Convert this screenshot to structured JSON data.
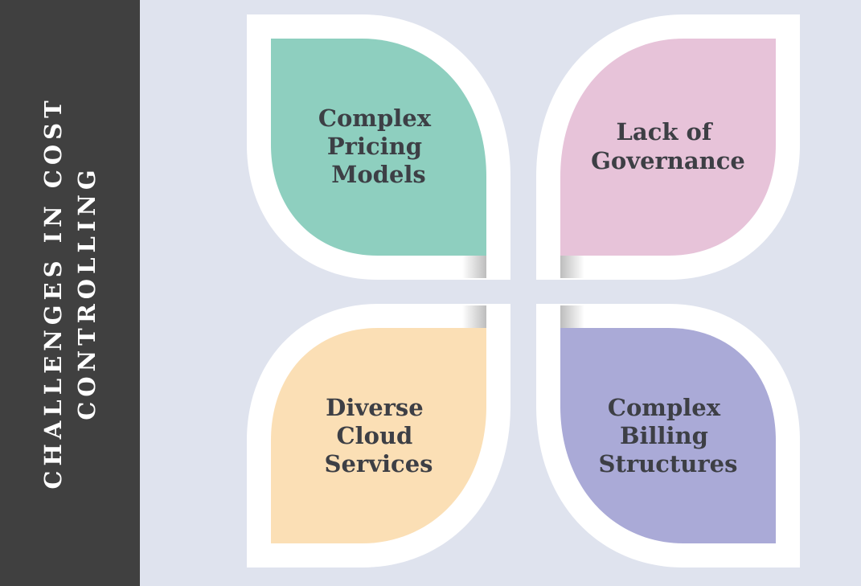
{
  "sidebar": {
    "title_line1": "CHALLENGES IN COST",
    "title_line2": "CONTROLLING"
  },
  "petals": [
    {
      "id": "top-left",
      "lines": [
        "Complex",
        "Pricing",
        "Models"
      ],
      "color": "#8ecfbf"
    },
    {
      "id": "top-right",
      "lines": [
        "Lack of",
        "Governance"
      ],
      "color": "#e7c3d9"
    },
    {
      "id": "bottom-left",
      "lines": [
        "Diverse",
        "Cloud",
        "Services"
      ],
      "color": "#fbdfb5"
    },
    {
      "id": "bottom-right",
      "lines": [
        "Complex",
        "Billing",
        "Structures"
      ],
      "color": "#aaaad7"
    }
  ],
  "colors": {
    "background": "#dfe3ee",
    "sidebar": "#404040",
    "border": "#ffffff",
    "text": "#3d3f45"
  }
}
